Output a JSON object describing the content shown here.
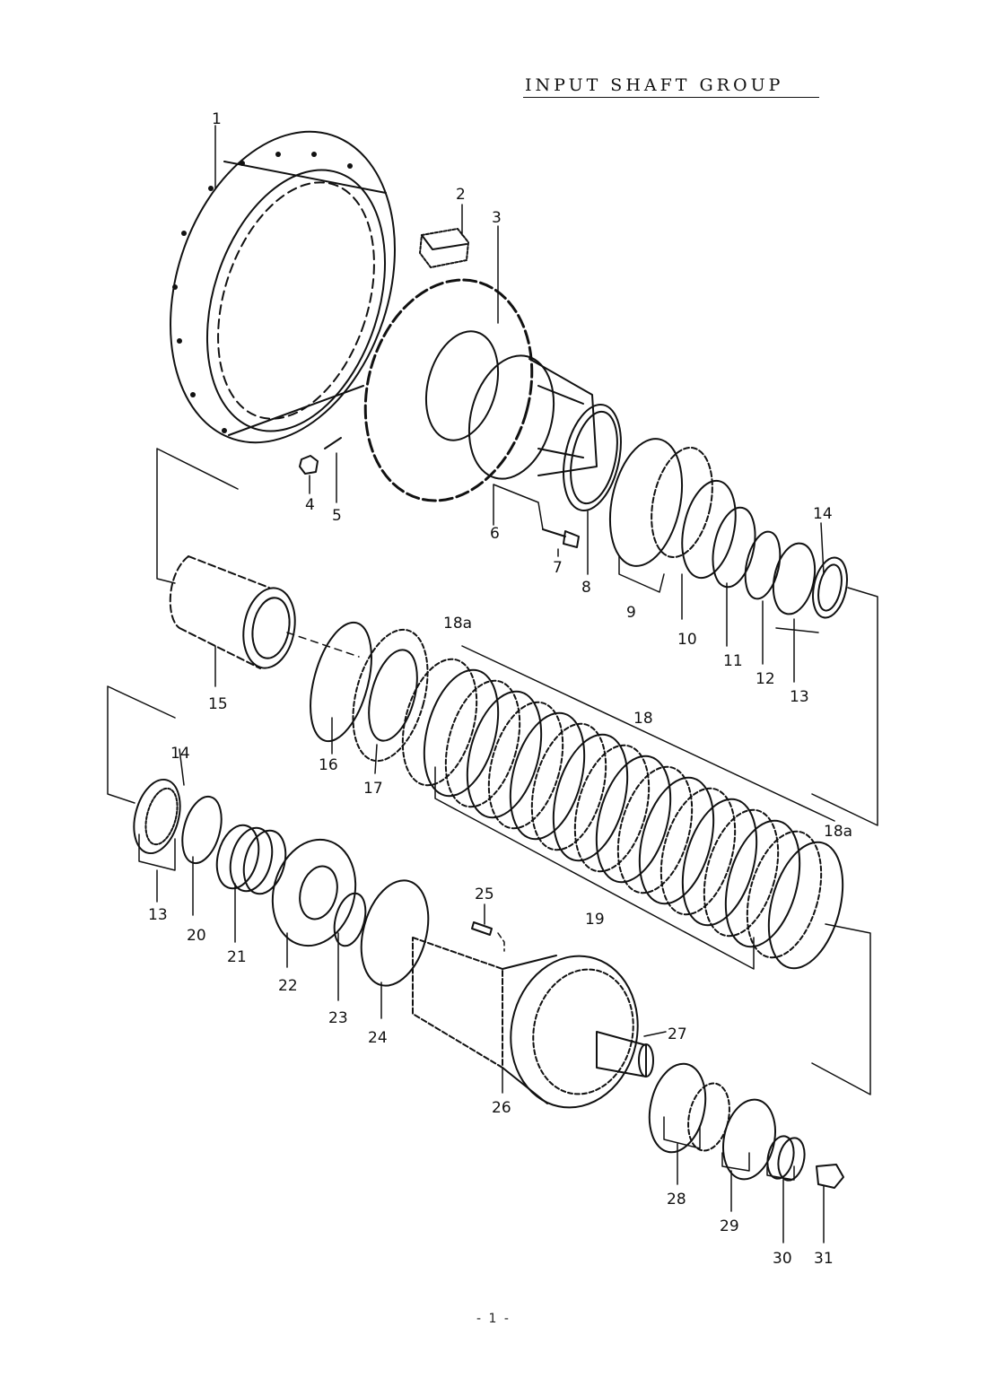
{
  "title": "INPUT SHAFT GROUP",
  "page_number": "- 1 -",
  "callouts": [
    "1",
    "2",
    "3",
    "4",
    "5",
    "6",
    "7",
    "8",
    "9",
    "10",
    "11",
    "12",
    "13",
    "14",
    "15",
    "16",
    "17",
    "18",
    "18a",
    "18a",
    "19",
    "13",
    "14",
    "20",
    "21",
    "22",
    "23",
    "24",
    "25",
    "26",
    "27",
    "28",
    "29",
    "30",
    "31"
  ]
}
